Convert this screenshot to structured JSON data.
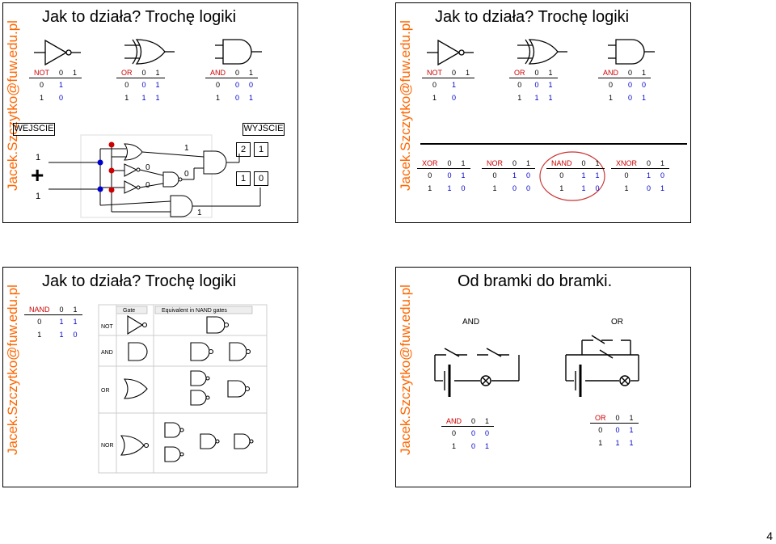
{
  "slides": [
    {
      "title": "Jak to działa? Trochę logiki",
      "side": "Jacek.Szczytko@fuw.edu.pl",
      "inputs_label": "WEJŚCIE",
      "outputs_label": "WYJŚCIE"
    },
    {
      "title": "Jak to działa? Trochę logiki",
      "side": "Jacek.Szczytko@fuw.edu.pl"
    },
    {
      "title": "Jak to działa? Trochę logiki",
      "side": "Jacek.Szczytko@fuw.edu.pl",
      "gate_header": "Gate",
      "nand_header": "Equivalent in NAND gates",
      "row_labels": [
        "NOT",
        "AND",
        "OR",
        "NOR"
      ]
    },
    {
      "title": "Od bramki do bramki.",
      "side": "Jacek.Szczytko@fuw.edu.pl",
      "and_label": "AND",
      "or_label": "OR"
    }
  ],
  "tables": {
    "not": {
      "head": [
        "NOT",
        "0",
        "1"
      ],
      "rows": [
        [
          "0",
          "1",
          ""
        ],
        [
          "1",
          "0",
          ""
        ]
      ]
    },
    "or": {
      "head": [
        "OR",
        "0",
        "1"
      ],
      "rows": [
        [
          "0",
          "0",
          "1"
        ],
        [
          "1",
          "1",
          "1"
        ]
      ]
    },
    "and": {
      "head": [
        "AND",
        "0",
        "1"
      ],
      "rows": [
        [
          "0",
          "0",
          "0"
        ],
        [
          "1",
          "0",
          "1"
        ]
      ]
    },
    "xor": {
      "head": [
        "XOR",
        "0",
        "1"
      ],
      "rows": [
        [
          "0",
          "0",
          "1"
        ],
        [
          "1",
          "1",
          "0"
        ]
      ]
    },
    "nor": {
      "head": [
        "NOR",
        "0",
        "1"
      ],
      "rows": [
        [
          "0",
          "1",
          "0"
        ],
        [
          "1",
          "0",
          "0"
        ]
      ]
    },
    "nand": {
      "head": [
        "NAND",
        "0",
        "1"
      ],
      "rows": [
        [
          "0",
          "1",
          "1"
        ],
        [
          "1",
          "1",
          "0"
        ]
      ]
    },
    "xnor": {
      "head": [
        "XNOR",
        "0",
        "1"
      ],
      "rows": [
        [
          "0",
          "1",
          "0"
        ],
        [
          "1",
          "0",
          "1"
        ]
      ]
    }
  },
  "adder": {
    "in_a": "1",
    "in_b": "1",
    "plus": "+",
    "wire_labels": [
      "1",
      "0",
      "0",
      "0",
      "1"
    ],
    "out_top": [
      "2",
      "1"
    ],
    "out_bottom": [
      "1",
      "0"
    ]
  },
  "page_number": "4",
  "colors": {
    "red": "#cc0000",
    "blue": "#0000cc",
    "orange": "#ff6600",
    "circle": "#cc3333"
  }
}
